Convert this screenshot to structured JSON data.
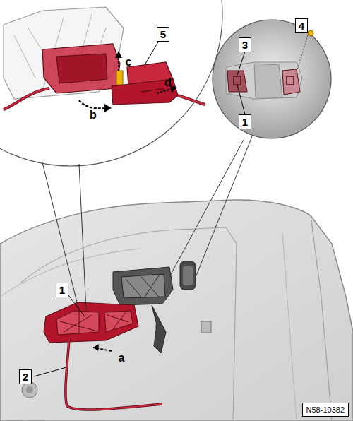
{
  "diagram": {
    "nodes": [
      {
        "text": [
          "N58-10382"
        ]
      }
    ],
    "labels": [
      "5",
      "c",
      "b",
      "d",
      "3",
      "4",
      "1",
      "1",
      "2",
      "a"
    ]
  }
}
